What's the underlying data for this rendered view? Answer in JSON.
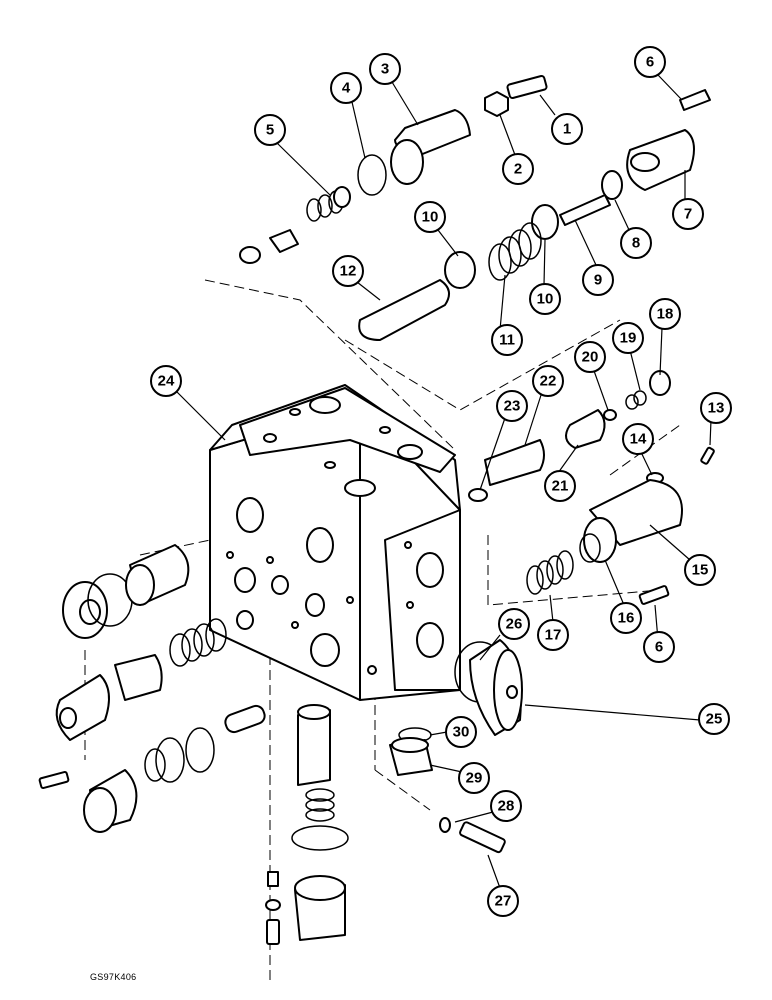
{
  "figure_code": "GS97K406",
  "callouts": [
    "1",
    "2",
    "3",
    "4",
    "5",
    "6",
    "7",
    "8",
    "9",
    "10",
    "10",
    "11",
    "12",
    "13",
    "14",
    "15",
    "16",
    "17",
    "18",
    "19",
    "20",
    "21",
    "22",
    "23",
    "24",
    "25",
    "26",
    "27",
    "28",
    "29",
    "30",
    "6"
  ]
}
